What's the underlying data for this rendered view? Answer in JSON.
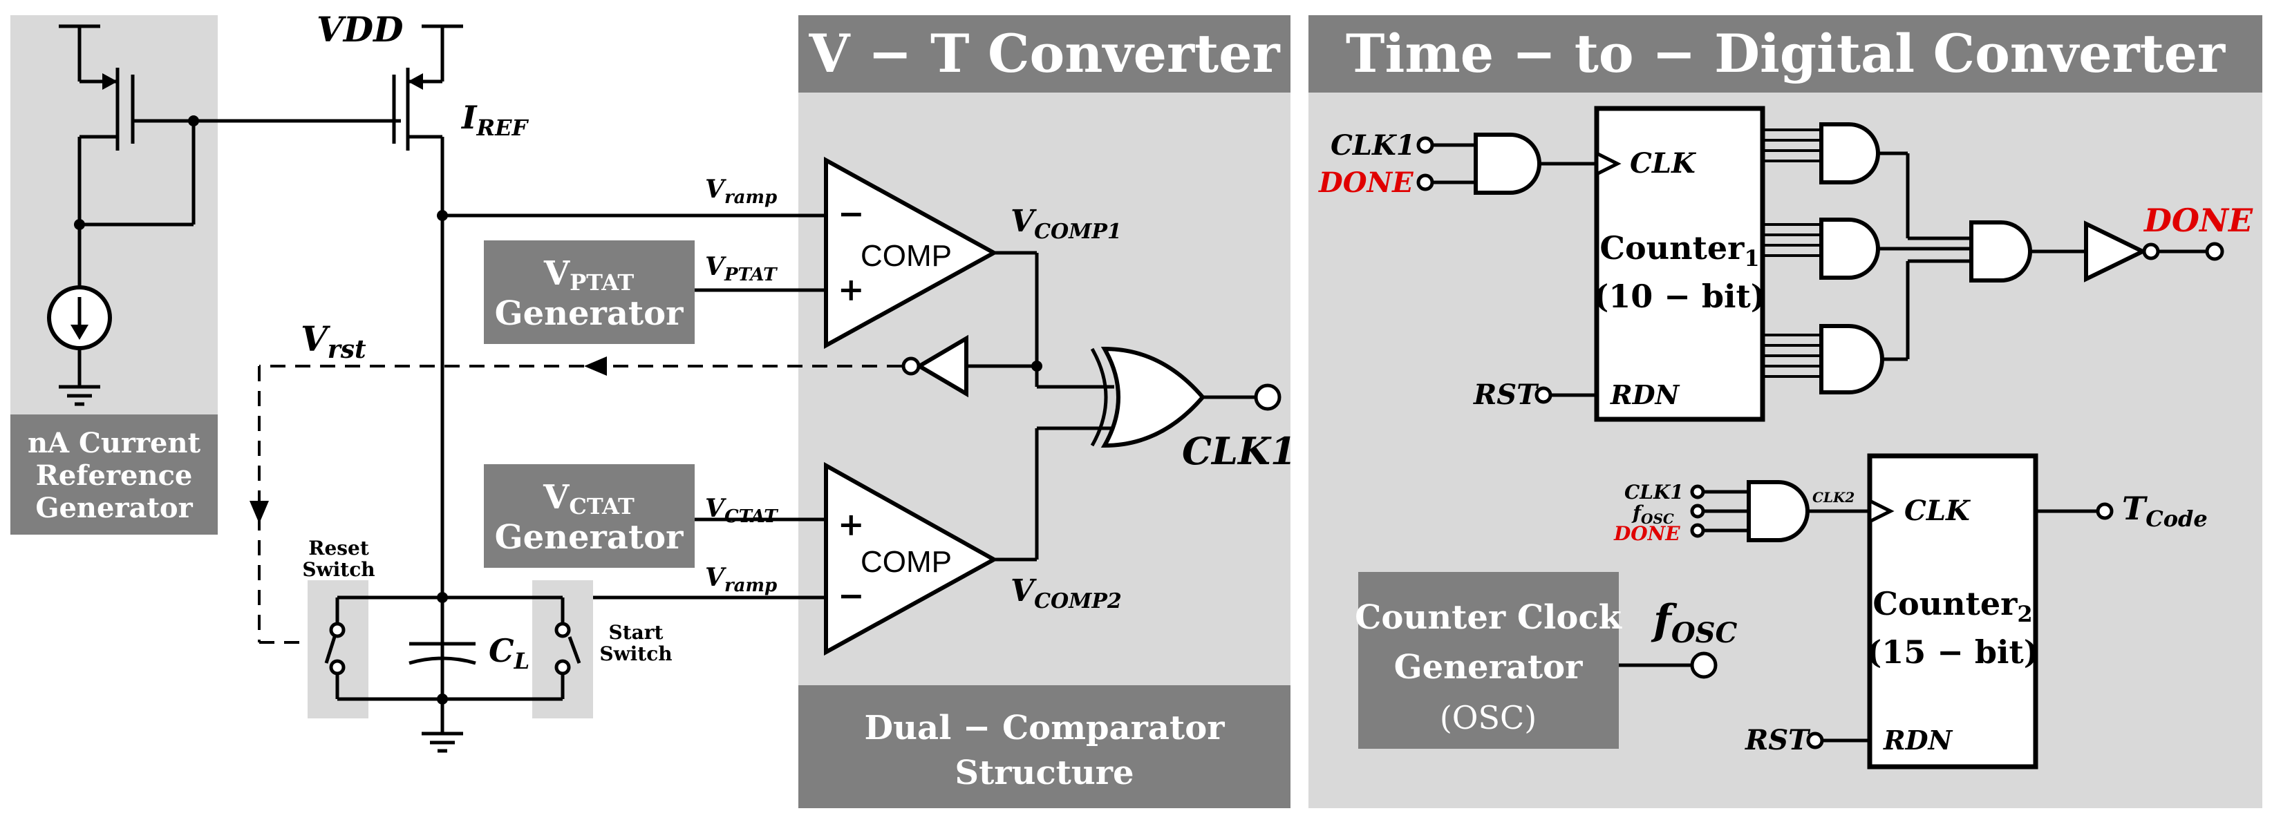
{
  "sections": {
    "vt_title": "V − T Converter",
    "tdc_title": "Time − to − Digital Converter",
    "dual_comp_line1": "Dual − Comparator",
    "dual_comp_line2": "Structure",
    "nA_ref_line1": "nA Current",
    "nA_ref_line2": "Reference",
    "nA_ref_line3": "Generator"
  },
  "labels": {
    "vdd": "VDD",
    "iref_main": "I",
    "iref_sub": "REF",
    "vramp_main": "V",
    "vramp_sub": "ramp",
    "vptat_main": "V",
    "vptat_sub": "PTAT",
    "vctat_main": "V",
    "vctat_sub": "CTAT",
    "vrst_main": "V",
    "vrst_sub": "rst",
    "vcomp1_main": "V",
    "vcomp1_sub": "COMP1",
    "vcomp2_main": "V",
    "vcomp2_sub": "COMP2",
    "comp": "COMP",
    "minus": "−",
    "plus": "+",
    "clk1": "CLK1",
    "cl_main": "C",
    "cl_sub": "L",
    "reset_switch_1": "Reset",
    "reset_switch_2": "Switch",
    "start_switch_1": "Start",
    "start_switch_2": "Switch",
    "vptat_gen_main": "V",
    "vptat_gen_sub": "PTAT",
    "vptat_gen_line2": "Generator",
    "vctat_gen_main": "V",
    "vctat_gen_sub": "CTAT",
    "vctat_gen_line2": "Generator"
  },
  "tdc": {
    "clk1_in": "CLK1",
    "done_in": "DONE",
    "rst_in": "RST",
    "counter1_clk": "CLK",
    "counter1_name": "Counter",
    "counter1_sub": "1",
    "counter1_bits": "(10 − bit)",
    "counter1_rdn": "RDN",
    "done_out": "DONE",
    "and_in_clk1": "CLK1",
    "and_in_fosc_main": "f",
    "and_in_fosc_sub": "OSC",
    "and_in_done": "DONE",
    "clk2": "CLK2",
    "counter2_clk": "CLK",
    "counter2_name": "Counter",
    "counter2_sub": "2",
    "counter2_bits": "(15 − bit)",
    "counter2_rdn": "RDN",
    "rst2_in": "RST",
    "tcode_main": "T",
    "tcode_sub": "Code",
    "osc_line1": "Counter Clock",
    "osc_line2": "Generator",
    "osc_line3": "(OSC)",
    "fosc_main": "f",
    "fosc_sub": "OSC"
  },
  "colors": {
    "panel_bg": "#d9d9d9",
    "header_bg": "#7f7f7f",
    "block_bg": "#7f7f7f",
    "header_text": "#ffffff",
    "done_red": "#e00000",
    "switch_bg": "#d9d9d9"
  }
}
